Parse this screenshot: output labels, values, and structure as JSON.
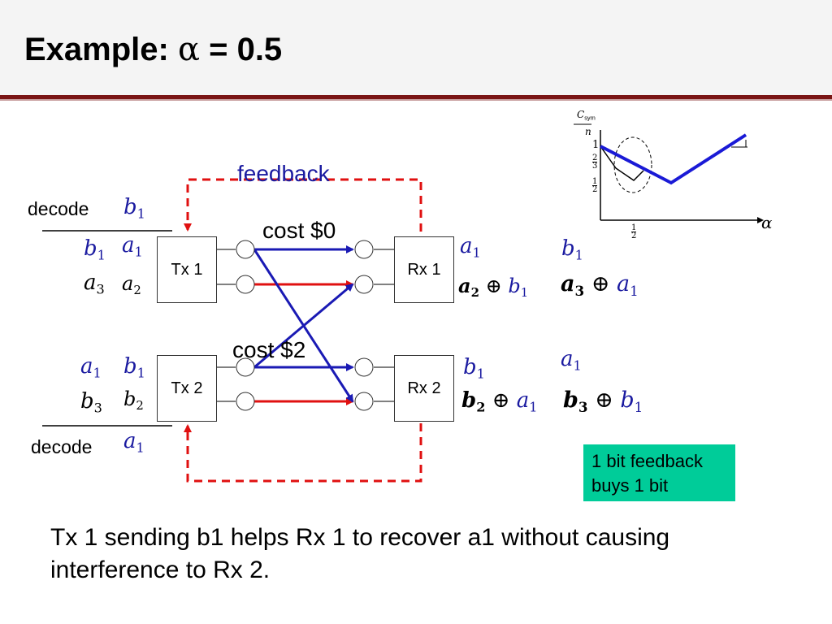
{
  "slide": {
    "title_prefix": "Example: ",
    "title_alpha": "α",
    "title_suffix": " = 0.5"
  },
  "diagram": {
    "feedback_label": "feedback",
    "cost0_label": "cost $0",
    "cost2_label": "cost $2",
    "tx1_label": "Tx 1",
    "tx2_label": "Tx 2",
    "rx1_label": "Rx 1",
    "rx2_label": "Rx 2",
    "decode_top": "decode",
    "decode_bottom": "decode",
    "colors": {
      "blue_link": "#1a1ab4",
      "red_link": "#e01010",
      "feedback_dash": "#e01010",
      "symbol_blue": "#1a1aa0"
    }
  },
  "symbols": {
    "a": "a",
    "b": "b",
    "oplus": "⊕",
    "one": "1",
    "two": "2",
    "three": "3"
  },
  "inset_plot": {
    "y_num": "C",
    "y_num_sub": "sym",
    "y_den": "n",
    "x_label": "α",
    "y_tick_1": "1",
    "y_tick_23_num": "2",
    "y_tick_23_den": "3",
    "y_tick_12_num": "1",
    "y_tick_12_den": "2",
    "x_tick_12_num": "1",
    "x_tick_12_den": "2"
  },
  "note": {
    "line1": "1 bit feedback",
    "line2": "buys 1 bit"
  },
  "caption": {
    "line1": "Tx 1 sending b1 helps Rx 1 to recover a1 without causing",
    "line2": "interference to Rx 2."
  }
}
